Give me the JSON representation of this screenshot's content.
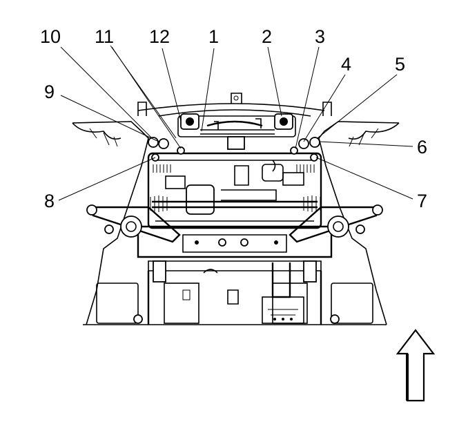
{
  "callouts": {
    "c1": "1",
    "c2": "2",
    "c3": "3",
    "c4": "4",
    "c5": "5",
    "c6": "6",
    "c7": "7",
    "c8": "8",
    "c9": "9",
    "c10": "10",
    "c11": "11",
    "c12": "12"
  },
  "direction_arrow": {
    "meaning": "front-of-vehicle",
    "icon": "arrow-up-outline-icon"
  }
}
